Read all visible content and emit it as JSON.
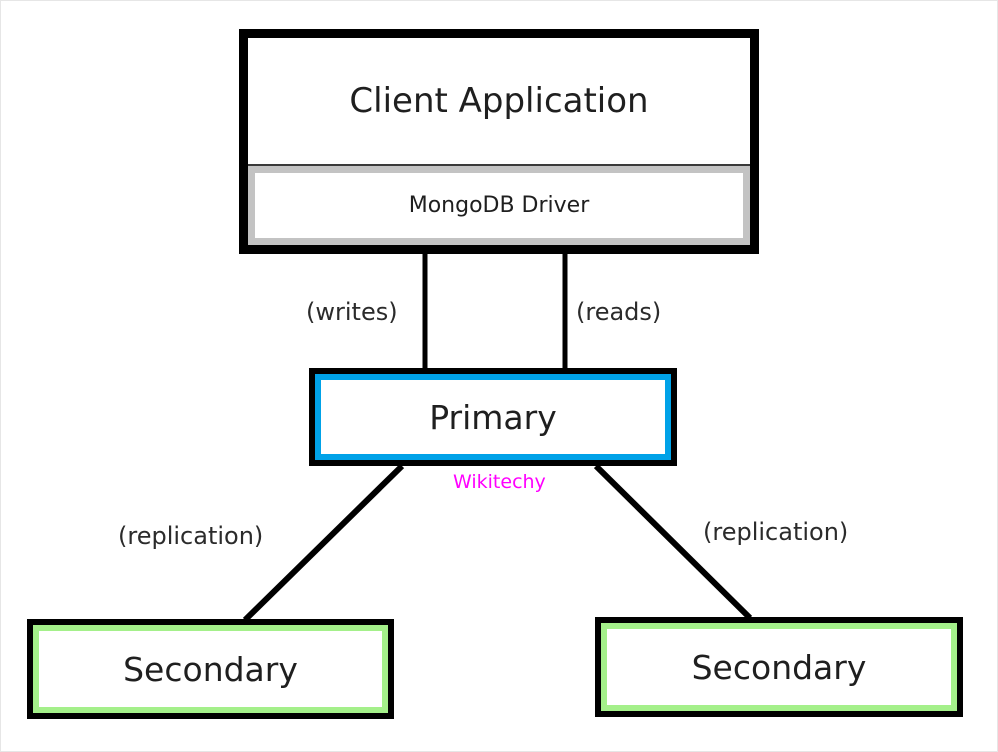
{
  "diagram": {
    "client": {
      "title": "Client Application",
      "driver": "MongoDB Driver"
    },
    "primary": {
      "label": "Primary",
      "accent": "#00a2e8"
    },
    "secondaries": [
      {
        "label": "Secondary",
        "accent": "#a4f08a"
      },
      {
        "label": "Secondary",
        "accent": "#a4f08a"
      }
    ],
    "edges": {
      "writes": "(writes)",
      "reads": "(reads)",
      "replication_left": "(replication)",
      "replication_right": "(replication)"
    },
    "watermark": {
      "text": "Wikitechy",
      "color": "#ff00ff"
    }
  }
}
